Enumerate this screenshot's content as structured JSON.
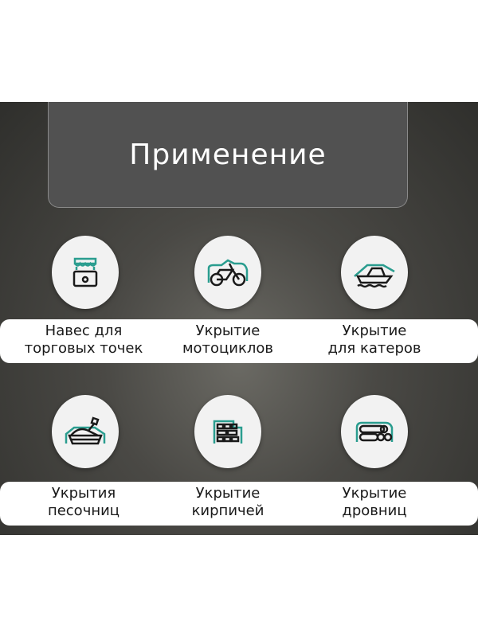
{
  "title": "Применение",
  "colors": {
    "accent": "#2a9d8f",
    "icon_stroke": "#1a1a1a",
    "title_box": "#515151"
  },
  "items": [
    {
      "icon": "market-stall-icon",
      "line1": "Навес для",
      "line2": "торговых точек"
    },
    {
      "icon": "motorcycle-icon",
      "line1": "Укрытие",
      "line2": "мотоциклов"
    },
    {
      "icon": "boat-icon",
      "line1": "Укрытие",
      "line2": "для катеров"
    },
    {
      "icon": "sandbox-icon",
      "line1": "Укрытия",
      "line2": "песочниц"
    },
    {
      "icon": "bricks-icon",
      "line1": "Укрытие",
      "line2": "кирпичей"
    },
    {
      "icon": "firewood-icon",
      "line1": "Укрытие",
      "line2": "дровниц"
    }
  ]
}
